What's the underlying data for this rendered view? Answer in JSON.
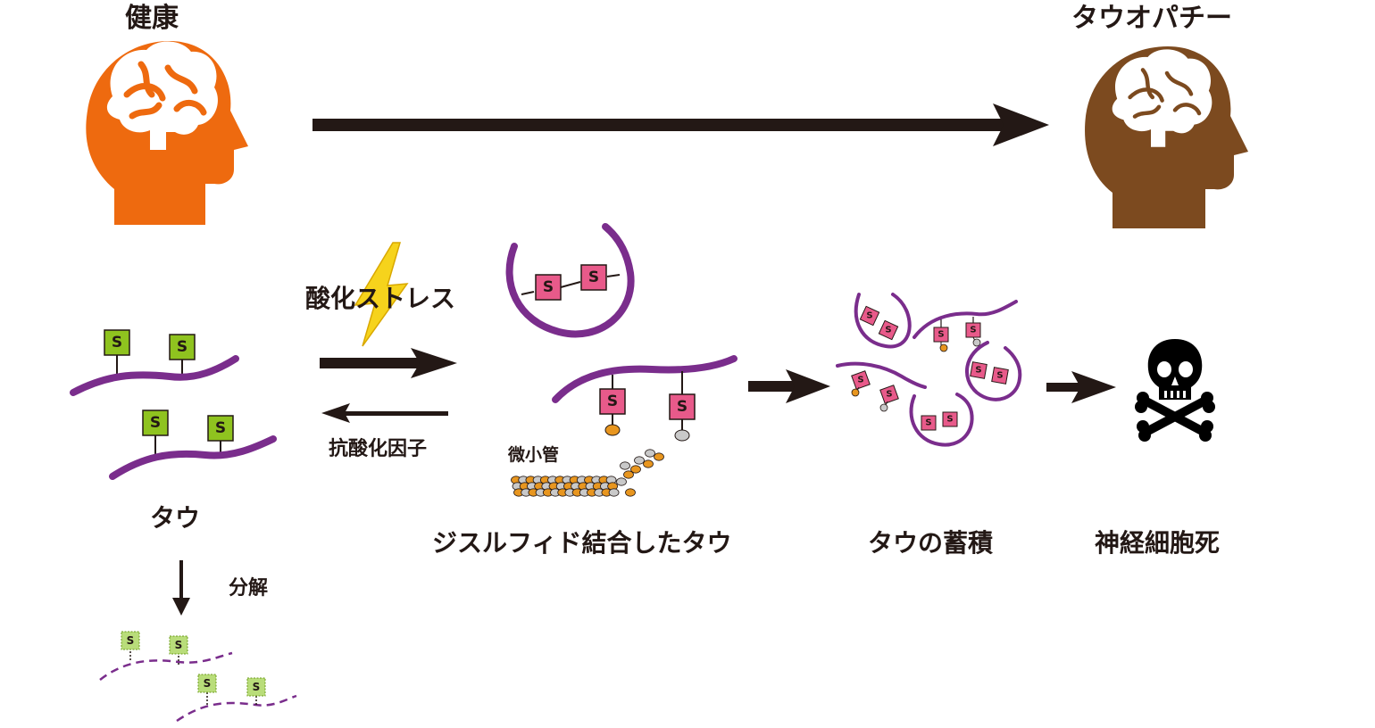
{
  "labels": {
    "healthy": "健康",
    "tauopathy": "タウオパチー",
    "oxidative_stress": "酸化ストレス",
    "antioxidant": "抗酸化因子",
    "tau": "タウ",
    "degradation": "分解",
    "microtubule": "微小管",
    "disulfide_tau": "ジスルフィド結合したタウ",
    "tau_accumulation": "タウの蓄積",
    "neuronal_death": "神経細胞死"
  },
  "s_mark": "S",
  "icons": {
    "healthy_head": "head-brain-icon",
    "tauopathy_head": "head-brain-icon",
    "lightning": "lightning-bolt-icon",
    "death": "skull-crossbones-icon"
  },
  "colors": {
    "healthy_head": "#ee6a0f",
    "tauopathy_head": "#7c4a1f",
    "tau_strand": "#7a2d8c",
    "cysteine_reduced": "#8fc31f",
    "cysteine_oxidized": "#e85a8a",
    "lightning": "#f6d31c",
    "arrow": "#231815",
    "microtubule_orange": "#e8961f",
    "microtubule_gray": "#c8c8c8"
  }
}
